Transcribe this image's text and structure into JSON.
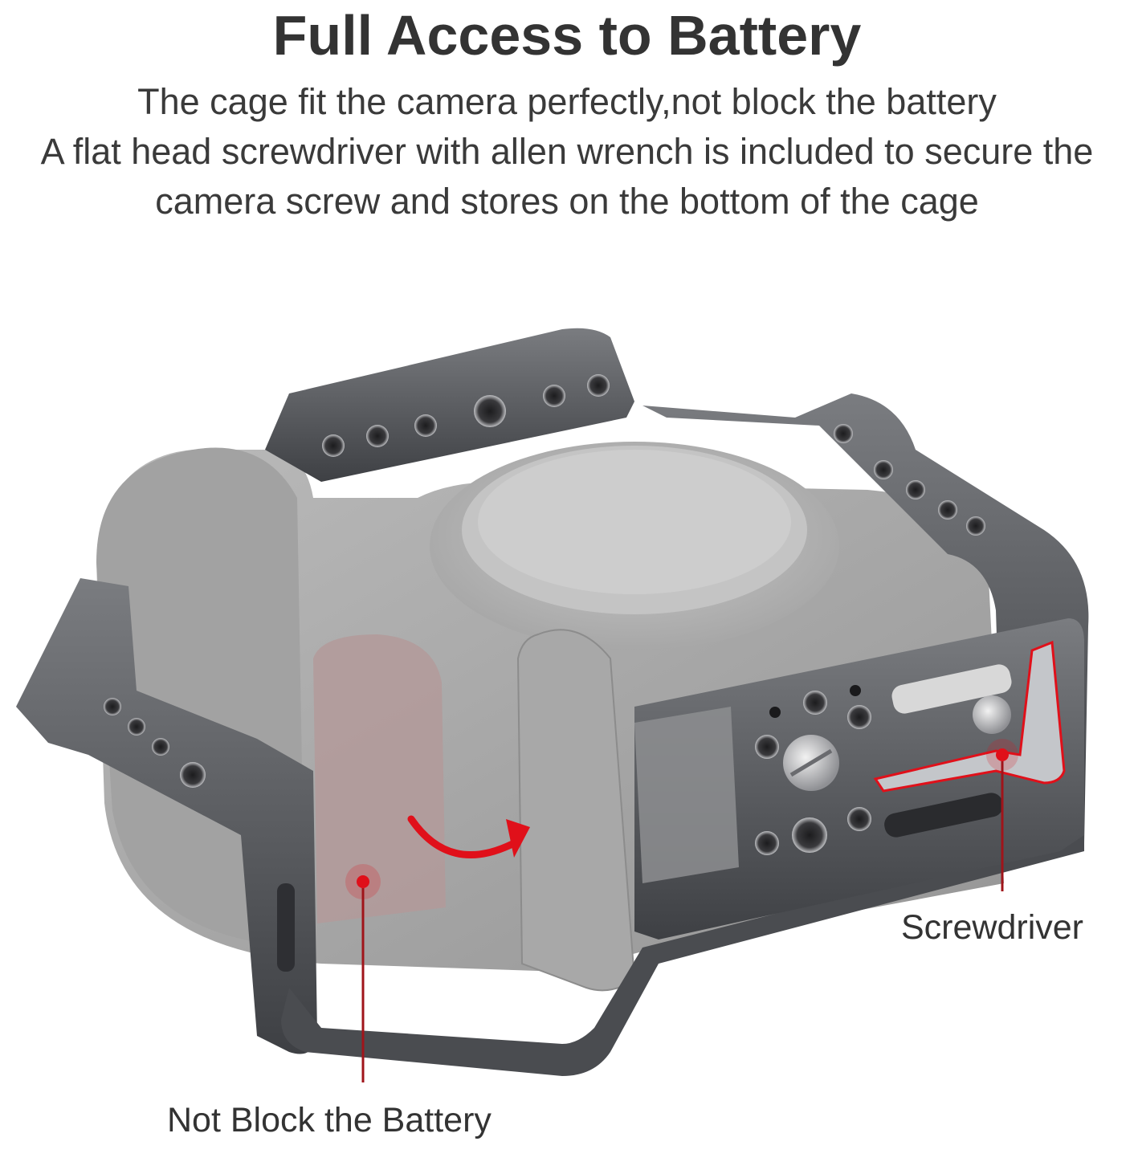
{
  "header": {
    "title": "Full Access to Battery",
    "line1": "The cage fit the camera perfectly,not block the battery",
    "line2": "A flat head screwdriver with allen wrench is included to secure the",
    "line3": "camera screw and stores on the bottom of the cage"
  },
  "callouts": {
    "battery": "Not Block the Battery",
    "screwdriver": "Screwdriver"
  },
  "colors": {
    "accent": "#e0101a",
    "text": "#333333",
    "cage": "#5a5c60",
    "camera": "#9a9a9a"
  }
}
